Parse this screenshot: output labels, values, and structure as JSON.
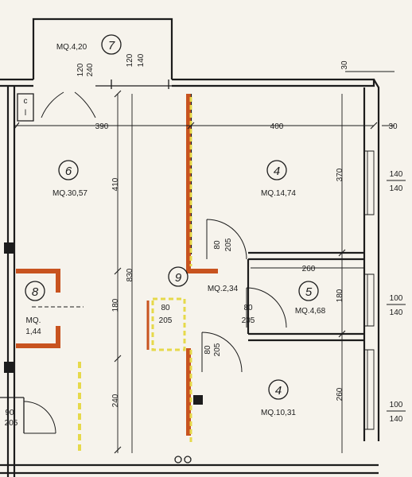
{
  "colors": {
    "paper": "#f6f3ec",
    "ink": "#1c1c1c",
    "new_wall": "#c8531f",
    "demolished_wall": "#e6d94a"
  },
  "rooms": [
    {
      "number": "7",
      "area": "MQ.4,20"
    },
    {
      "number": "6",
      "area": "MQ.30,57"
    },
    {
      "number": "8",
      "area": "MQ.\n1,44"
    },
    {
      "number": "4",
      "area": "MQ.14,74"
    },
    {
      "number": "9",
      "area": "MQ.2,34"
    },
    {
      "number": "5",
      "area": "MQ.4,68"
    },
    {
      "number": "4",
      "area": "MQ.10,31"
    }
  ],
  "dimensions": {
    "balcony_wall": "30",
    "top_wall": "30",
    "width_left": "390",
    "width_right": "400",
    "height_left_upper": "410",
    "height_left_total": "830",
    "height_left_mid": "180",
    "height_left_lower": "240",
    "height_right_upper": "370",
    "height_right_mid": "180",
    "height_right_lower": "260",
    "width_room5": "260"
  },
  "openings": [
    {
      "top": "120",
      "bottom": "240"
    },
    {
      "top": "120",
      "bottom": "140"
    },
    {
      "top": "140",
      "bottom": "140"
    },
    {
      "top": "100",
      "bottom": "140"
    },
    {
      "top": "100",
      "bottom": "140"
    },
    {
      "top": "80",
      "bottom": "205"
    },
    {
      "top": "80",
      "bottom": "205"
    },
    {
      "top": "80",
      "bottom": "205"
    },
    {
      "top": "80",
      "bottom": "205"
    },
    {
      "top": "80",
      "bottom": "205"
    },
    {
      "top": "90",
      "bottom": "205"
    }
  ],
  "cl_label": "c\nl"
}
